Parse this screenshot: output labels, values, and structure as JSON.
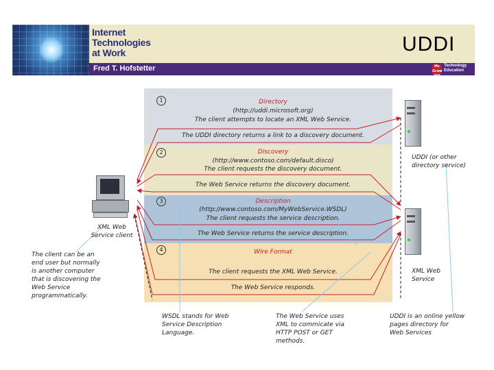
{
  "header": {
    "book_title": "Internet\nTechnologies\nat Work",
    "author": "Fred T. Hofstetter",
    "publisher": "Technology\nEducation",
    "publisher_logo": "Mc\nGraw\nHill",
    "slide_title": "UDDI"
  },
  "diagram": {
    "steps": [
      {
        "number": "1",
        "heading": "Directory",
        "url": "(http://uddi.microsoft.org)",
        "request": "The client attempts to locate an XML Web Service.",
        "response": "The UDDI directory returns a link to a discovery document."
      },
      {
        "number": "2",
        "heading": "Discovery",
        "url": "(http://www.contoso.com/default.disco)",
        "request": "The client requests the discovery document.",
        "response": "The Web Service returns the discovery document."
      },
      {
        "number": "3",
        "heading": "Description",
        "url": "(http://www.contoso.com/MyWebService.WSDL)",
        "request": "The client requests the service description.",
        "response": "The Web Service returns the service description."
      },
      {
        "number": "4",
        "heading": "Wire Format",
        "url": "",
        "request": "The client requests the XML Web Service.",
        "response": "The Web Service responds."
      }
    ],
    "client_label": "XML Web\nService client",
    "uddi_server_label": "UDDI (or other\ndirectory service)",
    "web_service_label": "XML Web\nService",
    "notes": {
      "client": "The client can be an\nend user but normally\nis another computer\nthat is discovering the\nWeb Service\nprogrammatically.",
      "wsdl": "WSDL stands for Web\nService Description\nLanguage.",
      "xml": "The Web Service uses\nXML to commicate via\nHTTP POST or GET\nmethods.",
      "uddi": "UDDI is an online yellow\npages directory for\nWeb Services"
    },
    "colors": {
      "arrow": "#c8202a",
      "callout": "#8ecbe0"
    }
  }
}
